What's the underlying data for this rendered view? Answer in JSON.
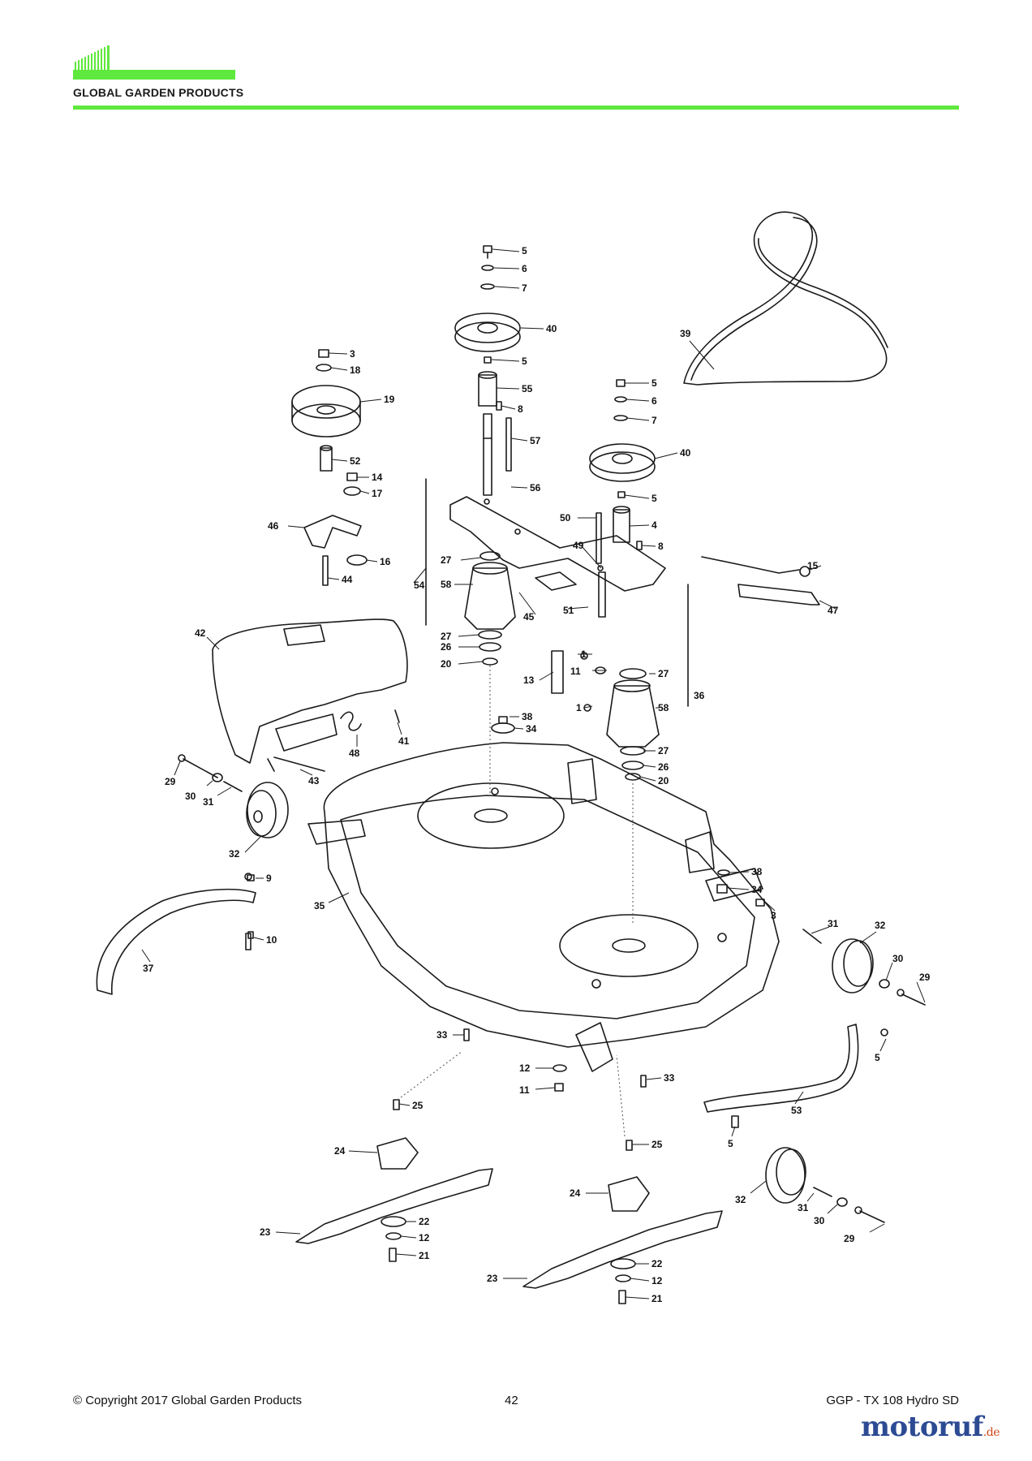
{
  "header": {
    "logo_text": "GLOBAL GARDEN PRODUCTS",
    "accent_color": "#5fe83d"
  },
  "footer": {
    "copyright": "© Copyright 2017 Global Garden Products",
    "page_number": "42",
    "model": "GGP - TX 108 Hydro SD"
  },
  "watermark": {
    "name": "motoruf",
    "tld": ".de",
    "color": "#2c4b93"
  },
  "callouts": [
    {
      "id": "c-5a",
      "label": "5"
    },
    {
      "id": "c-6a",
      "label": "6"
    },
    {
      "id": "c-7a",
      "label": "7"
    },
    {
      "id": "c-40a",
      "label": "40"
    },
    {
      "id": "c-5b",
      "label": "5"
    },
    {
      "id": "c-55",
      "label": "55"
    },
    {
      "id": "c-8a",
      "label": "8"
    },
    {
      "id": "c-57",
      "label": "57"
    },
    {
      "id": "c-56",
      "label": "56"
    },
    {
      "id": "c-3a",
      "label": "3"
    },
    {
      "id": "c-18",
      "label": "18"
    },
    {
      "id": "c-19",
      "label": "19"
    },
    {
      "id": "c-52",
      "label": "52"
    },
    {
      "id": "c-14",
      "label": "14"
    },
    {
      "id": "c-17",
      "label": "17"
    },
    {
      "id": "c-46",
      "label": "46"
    },
    {
      "id": "c-16",
      "label": "16"
    },
    {
      "id": "c-44",
      "label": "44"
    },
    {
      "id": "c-5c",
      "label": "5"
    },
    {
      "id": "c-6b",
      "label": "6"
    },
    {
      "id": "c-7b",
      "label": "7"
    },
    {
      "id": "c-40b",
      "label": "40"
    },
    {
      "id": "c-5d",
      "label": "5"
    },
    {
      "id": "c-4",
      "label": "4"
    },
    {
      "id": "c-8b",
      "label": "8"
    },
    {
      "id": "c-50",
      "label": "50"
    },
    {
      "id": "c-49",
      "label": "49"
    },
    {
      "id": "c-39",
      "label": "39"
    },
    {
      "id": "c-15",
      "label": "15"
    },
    {
      "id": "c-47",
      "label": "47"
    },
    {
      "id": "c-54",
      "label": "54"
    },
    {
      "id": "c-27a",
      "label": "27"
    },
    {
      "id": "c-58a",
      "label": "58"
    },
    {
      "id": "c-45",
      "label": "45"
    },
    {
      "id": "c-51",
      "label": "51"
    },
    {
      "id": "c-27b",
      "label": "27"
    },
    {
      "id": "c-26a",
      "label": "26"
    },
    {
      "id": "c-20a",
      "label": "20"
    },
    {
      "id": "c-1a",
      "label": "1"
    },
    {
      "id": "c-11a",
      "label": "11"
    },
    {
      "id": "c-27c",
      "label": "27"
    },
    {
      "id": "c-13",
      "label": "13"
    },
    {
      "id": "c-36",
      "label": "36"
    },
    {
      "id": "c-1b",
      "label": "1"
    },
    {
      "id": "c-58b",
      "label": "58"
    },
    {
      "id": "c-27d",
      "label": "27"
    },
    {
      "id": "c-26b",
      "label": "26"
    },
    {
      "id": "c-20b",
      "label": "20"
    },
    {
      "id": "c-42",
      "label": "42"
    },
    {
      "id": "c-38a",
      "label": "38"
    },
    {
      "id": "c-34a",
      "label": "34"
    },
    {
      "id": "c-41",
      "label": "41"
    },
    {
      "id": "c-48",
      "label": "48"
    },
    {
      "id": "c-43",
      "label": "43"
    },
    {
      "id": "c-29a",
      "label": "29"
    },
    {
      "id": "c-30a",
      "label": "30"
    },
    {
      "id": "c-31a",
      "label": "31"
    },
    {
      "id": "c-32a",
      "label": "32"
    },
    {
      "id": "c-9",
      "label": "9"
    },
    {
      "id": "c-35",
      "label": "35"
    },
    {
      "id": "c-37",
      "label": "37"
    },
    {
      "id": "c-10",
      "label": "10"
    },
    {
      "id": "c-38b",
      "label": "38"
    },
    {
      "id": "c-34b",
      "label": "34"
    },
    {
      "id": "c-3b",
      "label": "3"
    },
    {
      "id": "c-31b",
      "label": "31"
    },
    {
      "id": "c-32b",
      "label": "32"
    },
    {
      "id": "c-30b",
      "label": "30"
    },
    {
      "id": "c-29b",
      "label": "29"
    },
    {
      "id": "c-5e",
      "label": "5"
    },
    {
      "id": "c-33a",
      "label": "33"
    },
    {
      "id": "c-12a",
      "label": "12"
    },
    {
      "id": "c-11b",
      "label": "11"
    },
    {
      "id": "c-33b",
      "label": "33"
    },
    {
      "id": "c-53",
      "label": "53"
    },
    {
      "id": "c-5f",
      "label": "5"
    },
    {
      "id": "c-25a",
      "label": "25"
    },
    {
      "id": "c-24a",
      "label": "24"
    },
    {
      "id": "c-22a",
      "label": "22"
    },
    {
      "id": "c-23a",
      "label": "23"
    },
    {
      "id": "c-12b",
      "label": "12"
    },
    {
      "id": "c-21a",
      "label": "21"
    },
    {
      "id": "c-25b",
      "label": "25"
    },
    {
      "id": "c-24b",
      "label": "24"
    },
    {
      "id": "c-32c",
      "label": "32"
    },
    {
      "id": "c-31c",
      "label": "31"
    },
    {
      "id": "c-30c",
      "label": "30"
    },
    {
      "id": "c-29c",
      "label": "29"
    },
    {
      "id": "c-22b",
      "label": "22"
    },
    {
      "id": "c-23b",
      "label": "23"
    },
    {
      "id": "c-12c",
      "label": "12"
    },
    {
      "id": "c-21b",
      "label": "21"
    }
  ]
}
